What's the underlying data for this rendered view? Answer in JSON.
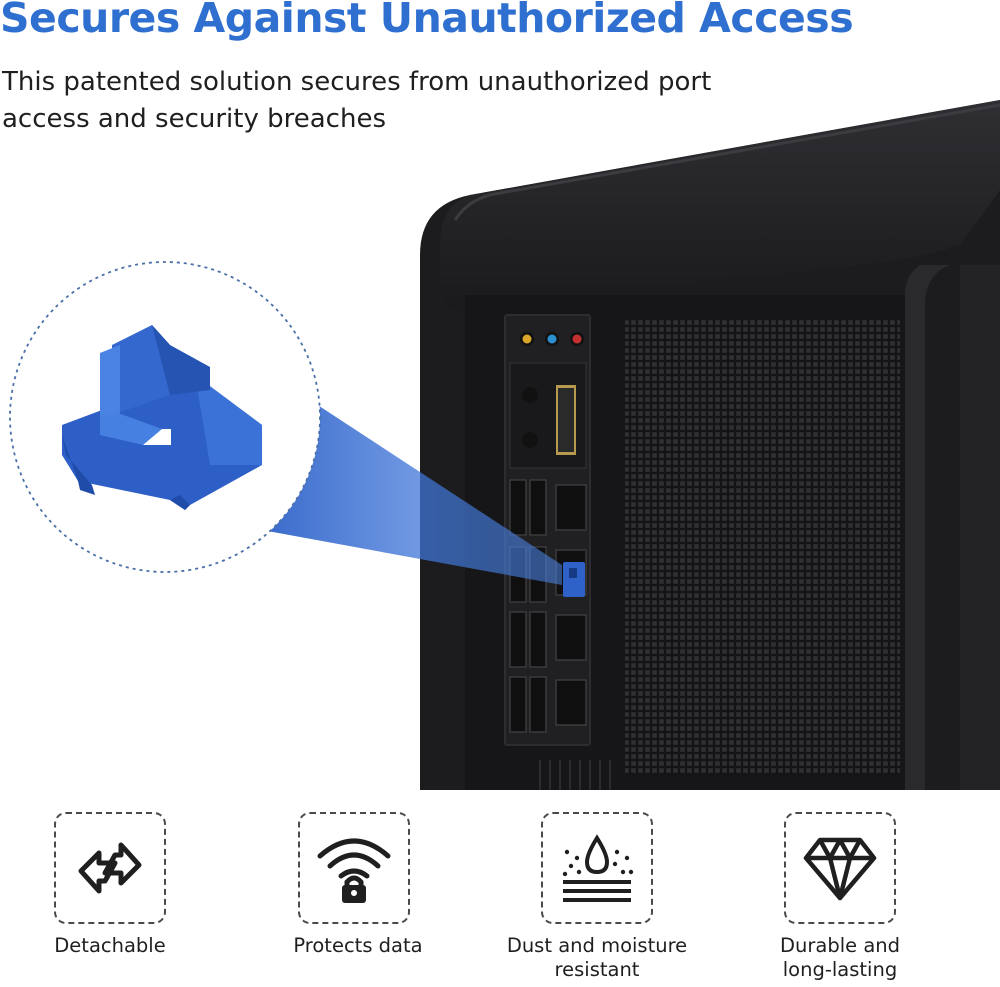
{
  "header": {
    "title": "Secures Against Unauthorized Access",
    "subtitle_lines": [
      "This patented solution secures from unauthorized port",
      "access and security breaches"
    ]
  },
  "colors": {
    "accent": "#2f6fd0",
    "blocker_blue": "#2e62c8",
    "case_dark": "#1c1c1e",
    "text": "#1f1f1f"
  },
  "features": [
    {
      "icon": "detach-arrows-icon",
      "label_lines": [
        "Detachable"
      ]
    },
    {
      "icon": "wifi-lock-icon",
      "label_lines": [
        "Protects data"
      ]
    },
    {
      "icon": "dust-drop-icon",
      "label_lines": [
        "Dust and moisture",
        "resistant"
      ]
    },
    {
      "icon": "diamond-icon",
      "label_lines": [
        "Durable and",
        "long-lasting"
      ]
    }
  ]
}
